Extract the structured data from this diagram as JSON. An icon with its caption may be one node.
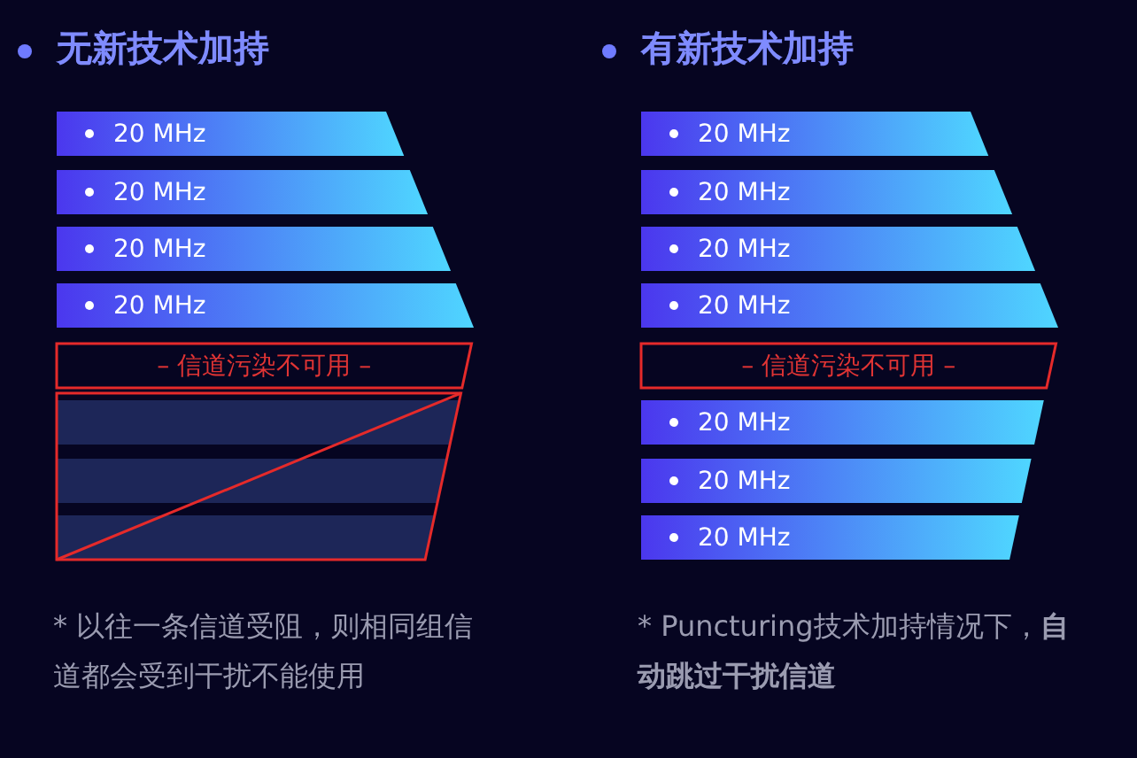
{
  "diagram": {
    "nodes": [
      {
        "text": [
          "20 MHz"
        ]
      },
      {
        "text": [
          "20 MHz"
        ]
      },
      {
        "text": [
          "20 MHz"
        ]
      },
      {
        "text": [
          "20 MHz"
        ]
      },
      {
        "text": [
          "– 信道污染不可用 –"
        ]
      },
      {
        "text": [],
        "shape": "bar"
      },
      {
        "text": [],
        "shape": "bar"
      },
      {
        "text": [],
        "shape": "bar"
      },
      {
        "text": [
          "20 MHz"
        ]
      },
      {
        "text": [
          "20 MHz"
        ]
      },
      {
        "text": [
          "20 MHz"
        ]
      },
      {
        "text": [
          "20 MHz"
        ]
      },
      {
        "text": [
          "– 信道污染不可用 –"
        ]
      },
      {
        "text": [
          "20 MHz"
        ]
      },
      {
        "text": [
          "20 MHz"
        ]
      },
      {
        "text": [
          "20 MHz"
        ]
      }
    ],
    "labels": [
      "无新技术加持",
      "* 以往一条信道受阻，则相同组信道都会受到干扰不能使用",
      "有新技术加持",
      "* Puncturing技术加持情况下，**自动跳过干扰信道**"
    ]
  }
}
